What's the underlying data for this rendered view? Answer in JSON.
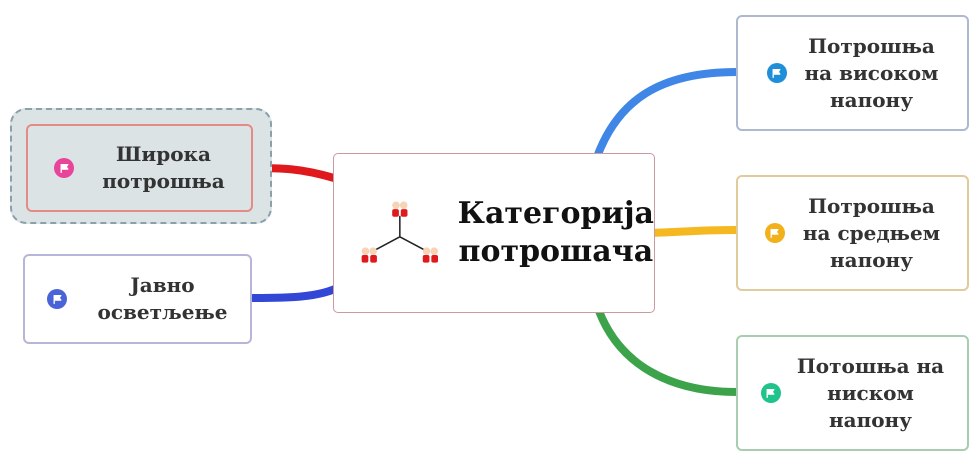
{
  "central_topic": {
    "label": "Категорија\nпотрошача",
    "icon": "people-network-icon"
  },
  "topics": {
    "wide": {
      "label": "Широка\nпотрошња",
      "icon": "flag-icon",
      "color": "#e8459a",
      "selected": true
    },
    "public": {
      "label": "Јавно\nосветљење",
      "icon": "flag-icon",
      "color": "#4a63d9"
    },
    "high": {
      "label": "Потрошња\nна високом\nнапону",
      "icon": "flag-icon",
      "color": "#1f8fd8"
    },
    "mid": {
      "label": "Потрошња\nна средњем\nнапону",
      "icon": "flag-icon",
      "color": "#f2b11b"
    },
    "low": {
      "label": "Потошња на\nниском\nнапону",
      "icon": "flag-icon",
      "color": "#1fc48a"
    }
  },
  "branch_colors": {
    "wide": "#e0191c",
    "public": "#3347d6",
    "high": "#3f86e6",
    "mid": "#f5b820",
    "low": "#3da34b"
  }
}
